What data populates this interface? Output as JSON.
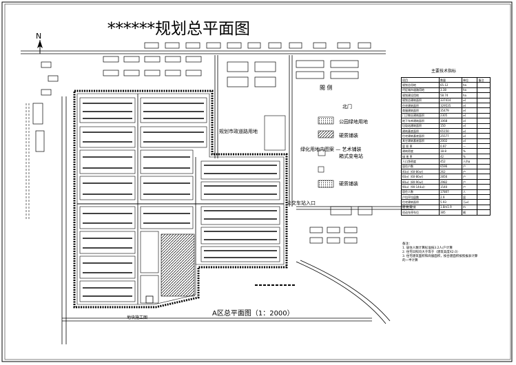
{
  "title": "******规划总平面图",
  "north_label": "N",
  "plan_caption": "A区总平面图（1：2000）",
  "sheet_number": "地块施工图",
  "labels": {
    "west_building": "閲 侧",
    "road_label": "规划市政道路用地",
    "north_gate": "北门",
    "bus_label": "公交车站入口"
  },
  "legend": [
    {
      "label": "公园绿地用地"
    },
    {
      "label": "硬质铺装"
    },
    {
      "label": "绿化用地内图案 — 艺术铺装"
    },
    {
      "label": "箱式变电站"
    },
    {
      "label": "硬质铺装"
    }
  ],
  "indicators": {
    "title": "主要技术指标",
    "header": [
      "项目",
      "数量",
      "单位",
      "备注"
    ],
    "rows": [
      [
        "规划总用地",
        "65.12",
        "ha",
        ""
      ],
      [
        "代征城市道路用地",
        "3.38",
        "ha",
        ""
      ],
      [
        "规划建设用地",
        "58.74",
        "ha",
        ""
      ],
      [
        "规划总建筑面积",
        "337414",
        "㎡",
        ""
      ],
      [
        "住宅建筑面积",
        "329535",
        "㎡",
        ""
      ],
      [
        "商服建筑面积",
        "35479",
        "㎡",
        ""
      ],
      [
        "门卫物业建筑面积",
        "2305",
        "㎡",
        ""
      ],
      [
        "地下车库建筑面积",
        "1068",
        "㎡",
        ""
      ],
      [
        "垃圾站建筑面积",
        "150",
        "㎡",
        ""
      ],
      [
        "建筑基底面积",
        "65150",
        "㎡",
        ""
      ],
      [
        "住宅建筑基底面积",
        "25577",
        "㎡",
        ""
      ],
      [
        "其它建筑基底面积",
        "2002",
        "㎡",
        ""
      ],
      [
        "容 积 率",
        "0.97",
        "—",
        ""
      ],
      [
        "建筑密度",
        "18.8",
        "%",
        ""
      ],
      [
        "绿 地 率",
        "42",
        "%",
        ""
      ],
      [
        "人口净密度",
        "452",
        "人/ha",
        ""
      ],
      [
        "居住户数",
        "6596",
        "户",
        ""
      ],
      [
        "40㎡（60-80㎡）",
        "262",
        "户",
        ""
      ],
      [
        "60㎡（60-80㎡）",
        "2856",
        "户",
        ""
      ],
      [
        "80㎡（80-90㎡）",
        "2982",
        "户",
        ""
      ],
      [
        "90㎡（90-144㎡）",
        "1540",
        "户",
        ""
      ],
      [
        "居住人数",
        "17807",
        "人",
        ""
      ],
      [
        "户均平均居数",
        "2.9",
        "居",
        ""
      ],
      [
        "住宅建筑面积",
        "5.93",
        "万㎡",
        ""
      ],
      [
        "建 筑 高 度",
        "1.8m1.9",
        "m",
        ""
      ],
      [
        "机动车停车位",
        "385",
        "辆",
        ""
      ]
    ]
  },
  "notes": [
    "备注：",
    "1. 居住人数计算标准按3.2人/户计算",
    "2. 住宅日照均大于等于（建筑高度X2.0）",
    "3. 住宅建筑面积和商服面积，按合建面积按照报表计算",
    "   的一半计算"
  ]
}
